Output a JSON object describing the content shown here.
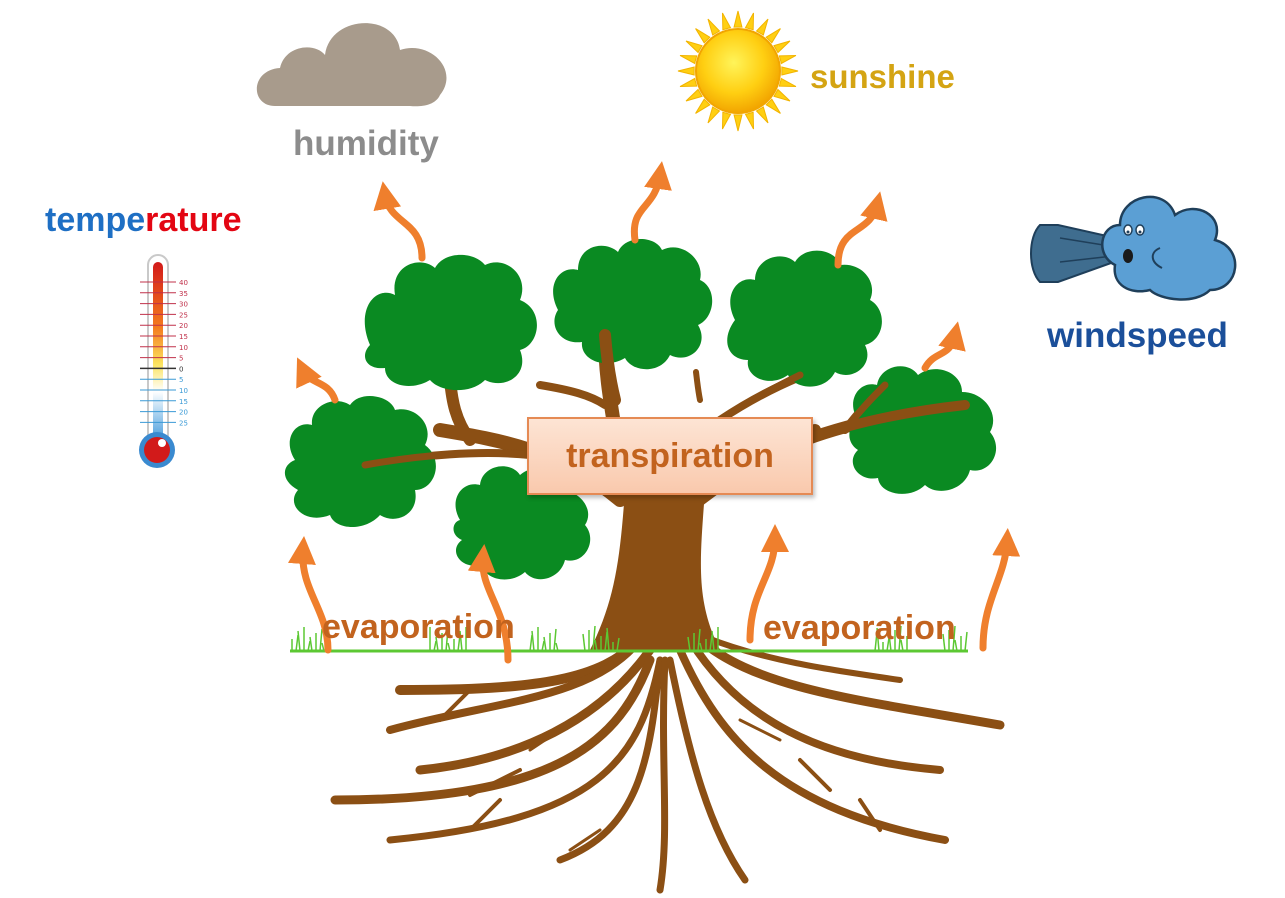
{
  "labels": {
    "humidity": "humidity",
    "sunshine": "sunshine",
    "temperature_part1": "tempe",
    "temperature_part2": "rature",
    "windspeed": "windspeed",
    "transpiration": "transpiration",
    "evaporation_left": "evaporation",
    "evaporation_right": "evaporation"
  },
  "thermometer_scale": [
    "40",
    "35",
    "30",
    "25",
    "20",
    "15",
    "10",
    "5",
    "0",
    "5",
    "10",
    "15",
    "20",
    "25"
  ],
  "colors": {
    "arrow": "#ef7f2d",
    "leaf": "#0a8a22",
    "trunk": "#8b4f14",
    "grass": "#5cc833",
    "humidity_text": "#8c8c8c",
    "sunshine_text": "#d4a413",
    "temperature_blue": "#1e6fc4",
    "temperature_red": "#e30613",
    "windspeed_text": "#1b4f9a",
    "evaporation_text": "#c2631e"
  },
  "icons": [
    "cloud-icon",
    "sun-icon",
    "thermometer-icon",
    "wind-cloud-icon",
    "tree-icon"
  ]
}
